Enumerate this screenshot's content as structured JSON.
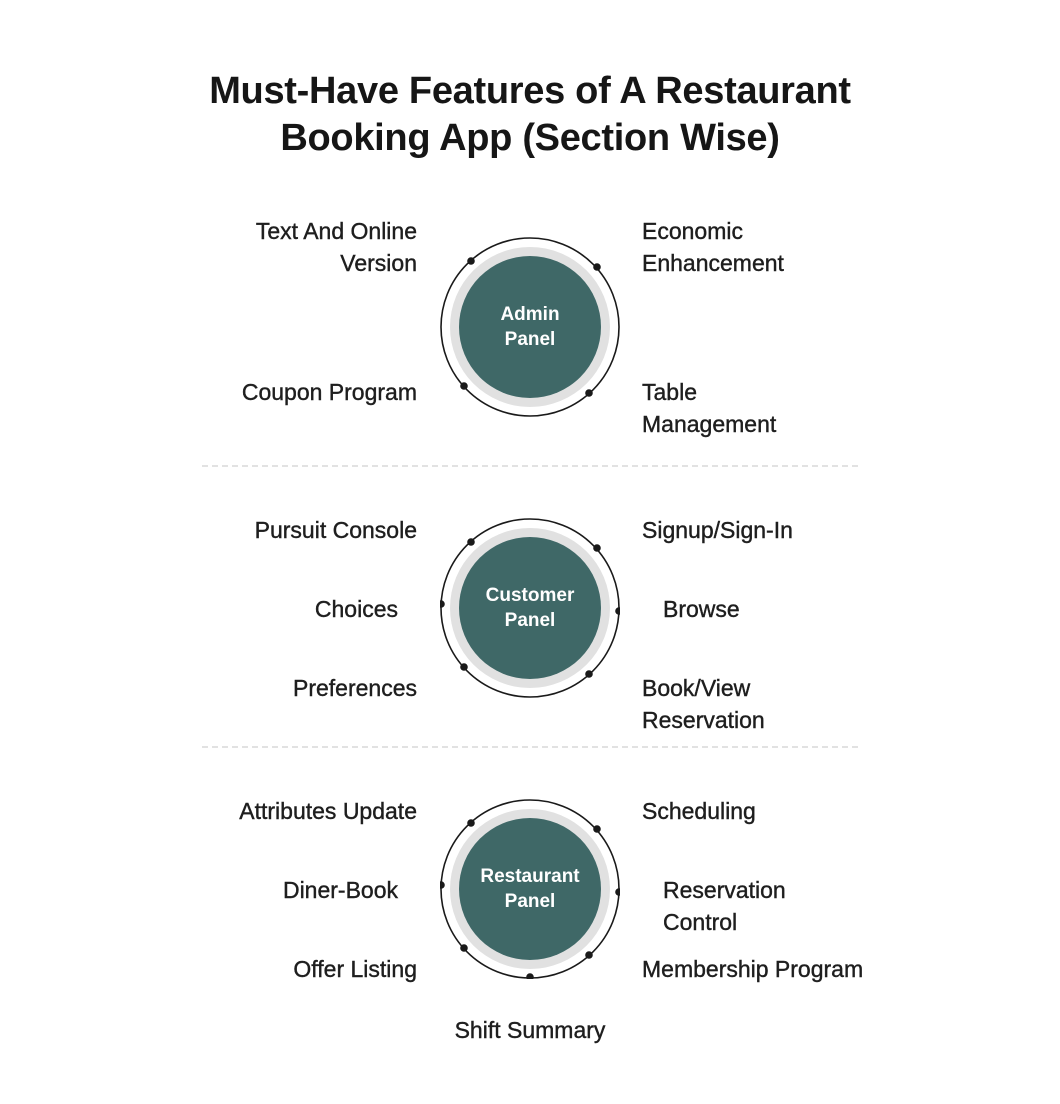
{
  "title": {
    "line1": "Must-Have Features of A Restaurant",
    "line2": "Booking App (Section Wise)"
  },
  "colors": {
    "hub_fill": "#3f6867",
    "hub_ring": "#e1e1e1",
    "orbit": "#1a1a1a",
    "divider": "#e2e2e2"
  },
  "sections": [
    {
      "hub": {
        "line1": "Admin",
        "line2": "Panel"
      },
      "left": [
        {
          "lines": [
            "Text And Online",
            "Version"
          ]
        },
        {
          "lines": [
            "Coupon Program"
          ]
        }
      ],
      "right": [
        {
          "lines": [
            "Economic",
            "Enhancement"
          ]
        },
        {
          "lines": [
            "Table",
            "Management"
          ]
        }
      ]
    },
    {
      "hub": {
        "line1": "Customer",
        "line2": "Panel"
      },
      "left": [
        {
          "lines": [
            "Pursuit Console"
          ]
        },
        {
          "lines": [
            "Choices"
          ]
        },
        {
          "lines": [
            "Preferences"
          ]
        }
      ],
      "right": [
        {
          "lines": [
            "Signup/Sign-In"
          ]
        },
        {
          "lines": [
            "Browse"
          ]
        },
        {
          "lines": [
            "Book/View",
            "Reservation"
          ]
        }
      ]
    },
    {
      "hub": {
        "line1": "Restaurant",
        "line2": "Panel"
      },
      "left": [
        {
          "lines": [
            "Attributes Update"
          ]
        },
        {
          "lines": [
            "Diner-Book"
          ]
        },
        {
          "lines": [
            "Offer Listing"
          ]
        }
      ],
      "right": [
        {
          "lines": [
            "Scheduling"
          ]
        },
        {
          "lines": [
            "Reservation",
            "Control"
          ]
        },
        {
          "lines": [
            "Membership Program"
          ]
        }
      ],
      "bottom": {
        "lines": [
          "Shift Summary"
        ]
      }
    }
  ]
}
